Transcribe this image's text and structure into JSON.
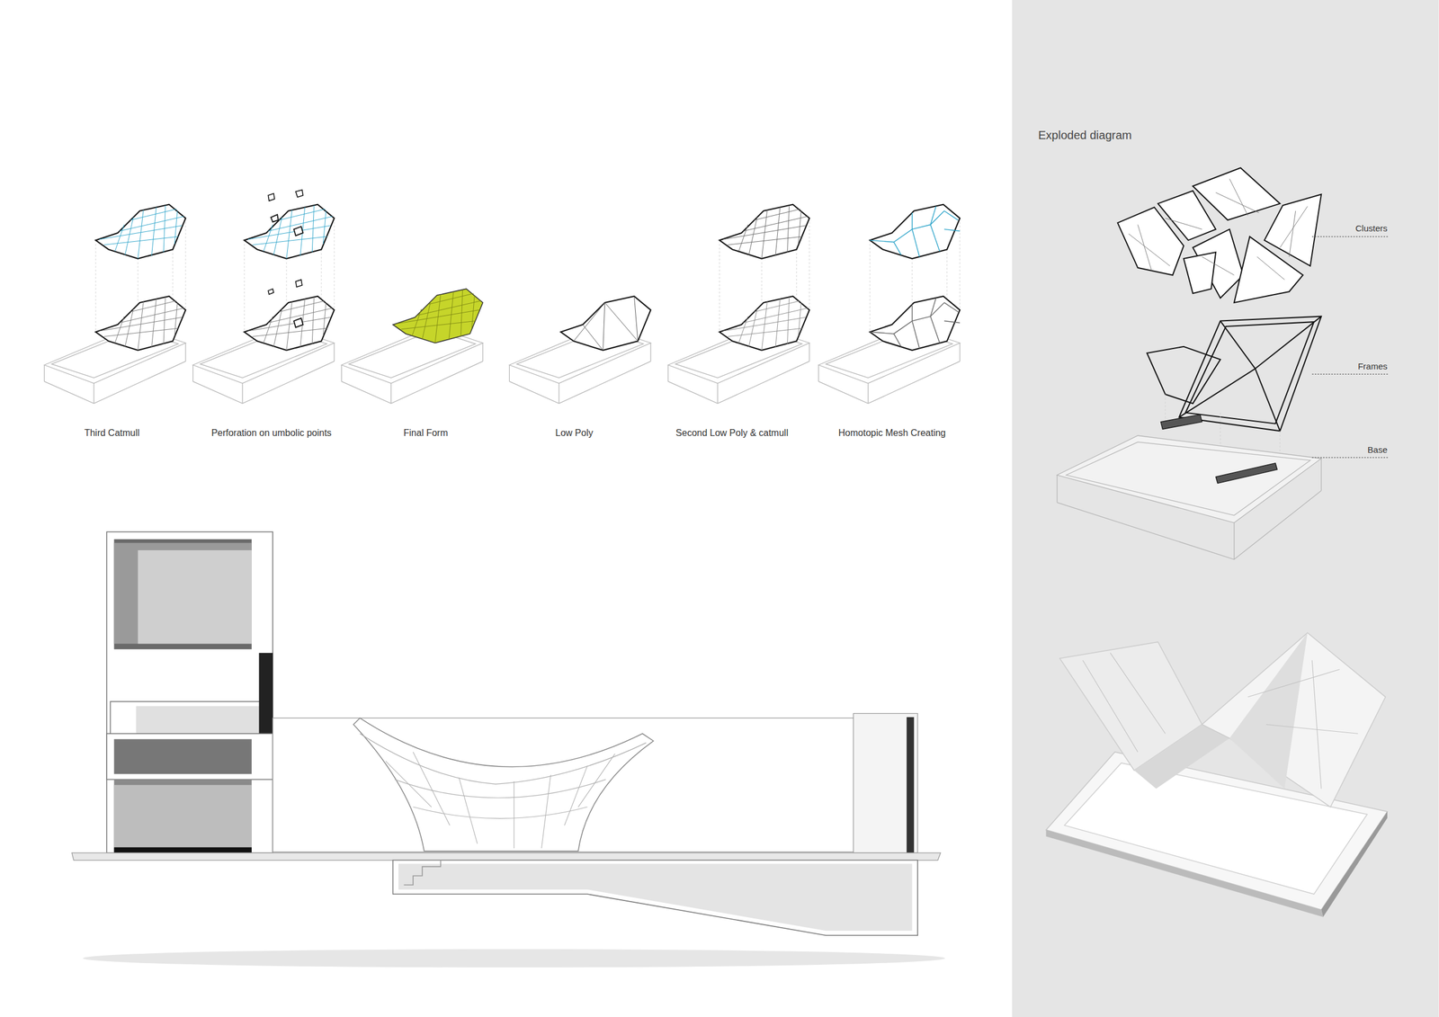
{
  "diagram": {
    "labels": [
      "Third Catmull",
      "Perforation on umbolic points",
      "Final Form",
      "Low Poly",
      "Second Low Poly & catmull",
      "Homotopic Mesh Creating",
      "Exploded diagram",
      "Clusters",
      "Frames",
      "Base"
    ]
  }
}
